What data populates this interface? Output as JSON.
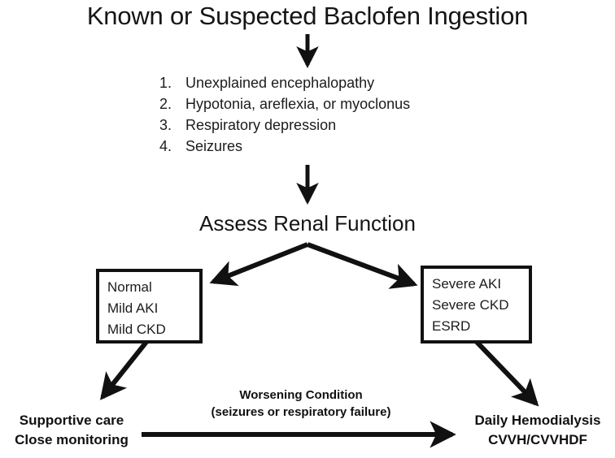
{
  "diagram": {
    "title": "Known or Suspected Baclofen Ingestion",
    "criteria": {
      "items": [
        {
          "num": "1.",
          "text": "Unexplained encephalopathy"
        },
        {
          "num": "2.",
          "text": "Hypotonia, areflexia, or myoclonus"
        },
        {
          "num": "3.",
          "text": "Respiratory depression"
        },
        {
          "num": "4.",
          "text": "Seizures"
        }
      ]
    },
    "assess_heading": "Assess Renal Function",
    "boxes": {
      "left": {
        "lines": [
          "Normal",
          "Mild AKI",
          "Mild CKD"
        ]
      },
      "right": {
        "lines": [
          "Severe AKI",
          "Severe CKD",
          "ESRD"
        ]
      }
    },
    "outcomes": {
      "left": {
        "line1": "Supportive care",
        "line2": "Close monitoring"
      },
      "right": {
        "line1": "Daily Hemodialysis",
        "line2": "CVVH/CVVHDF"
      }
    },
    "transition_caption": {
      "line1": "Worsening Condition",
      "line2": "(seizures or respiratory failure)"
    },
    "colors": {
      "ink": "#111111",
      "text": "#1c1c1c",
      "background": "#ffffff"
    },
    "connectors": [
      "title-to-criteria-arrow",
      "criteria-to-assess-arrow",
      "assess-to-left-box-arrow",
      "assess-to-right-box-arrow",
      "left-box-to-supportive-arrow",
      "right-box-to-hemodialysis-arrow",
      "supportive-to-hemodialysis-arrow"
    ]
  }
}
